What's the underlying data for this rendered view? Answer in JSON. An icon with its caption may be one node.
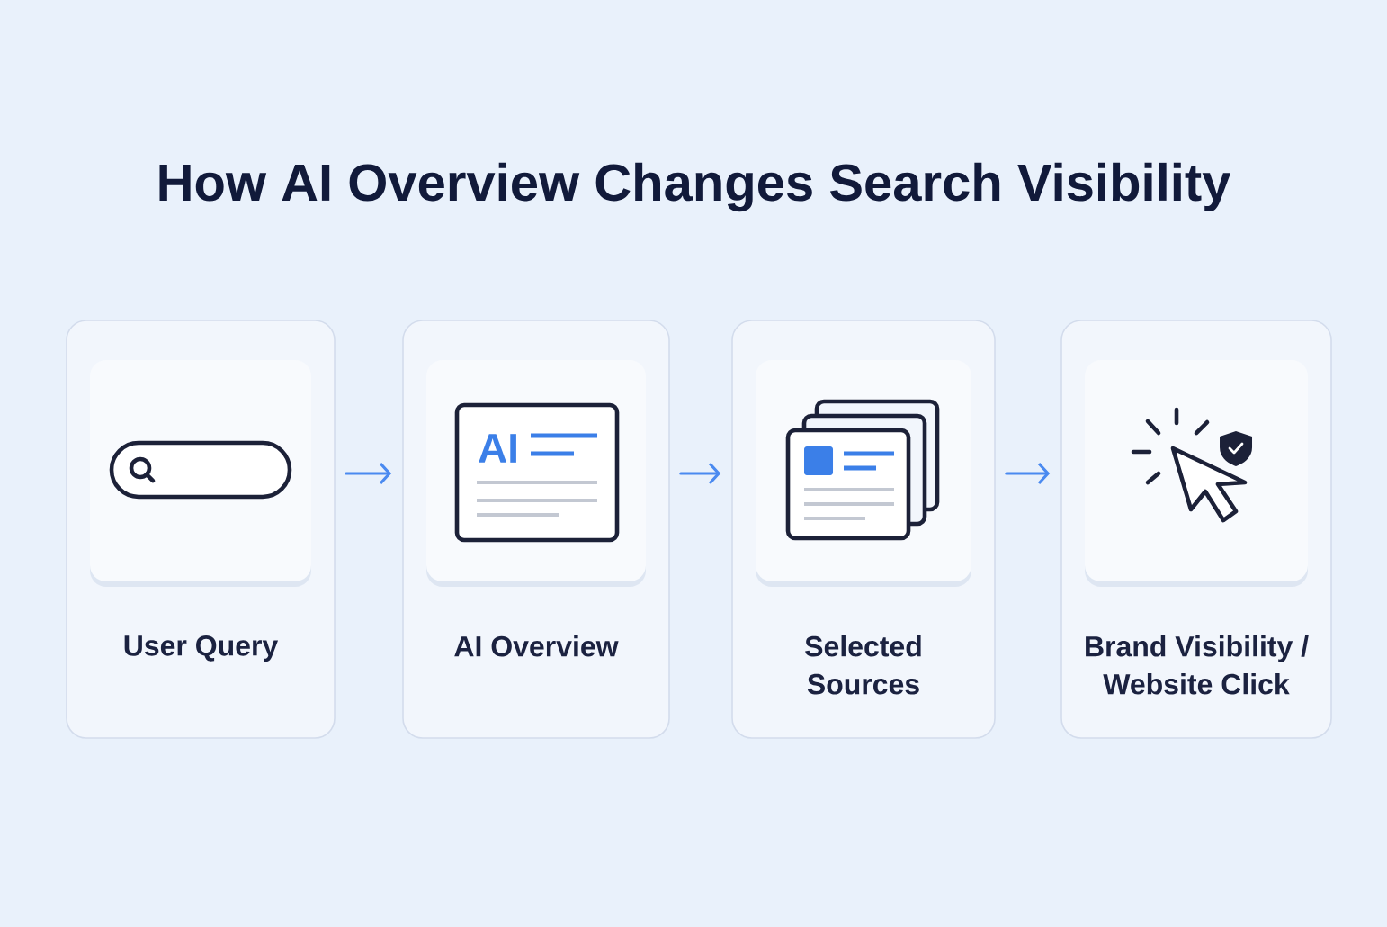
{
  "diagram": {
    "title": "How AI Overview Changes Search Visibility",
    "nodes": [
      {
        "text": [
          "User Query"
        ]
      },
      {
        "text": [
          "AI Overview"
        ]
      },
      {
        "text": [
          "Selected Sources"
        ]
      },
      {
        "text": [
          "Brand Visibility / Website Click"
        ]
      }
    ],
    "edges": [
      {
        "from": 0,
        "to": 1,
        "arrow": "to"
      },
      {
        "from": 1,
        "to": 2,
        "arrow": "to"
      },
      {
        "from": 2,
        "to": 3,
        "arrow": "to"
      }
    ],
    "labels": [
      "AI"
    ]
  }
}
